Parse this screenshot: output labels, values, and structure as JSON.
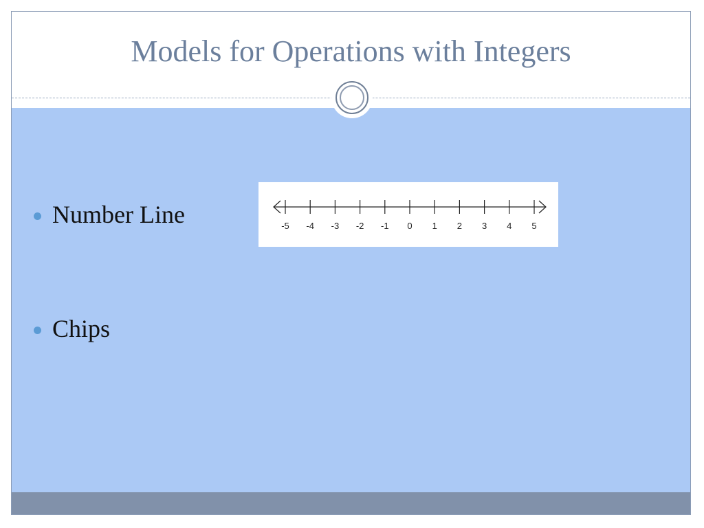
{
  "slide": {
    "title": "Models for Operations with Integers",
    "bullets": [
      {
        "label": "Number Line"
      },
      {
        "label": "Chips"
      }
    ],
    "number_line": {
      "ticks": [
        "-5",
        "-4",
        "-3",
        "-2",
        "-1",
        "0",
        "1",
        "2",
        "3",
        "4",
        "5"
      ]
    }
  },
  "colors": {
    "title": "#6b7f9c",
    "content_background": "#abc9f5",
    "footer_band": "#8191aa",
    "bullet_dot": "#5b9bd5"
  },
  "icons": {
    "ornament": "double-ring-icon",
    "bullet": "round-bullet-icon",
    "left_arrow": "arrow-left-icon",
    "right_arrow": "arrow-right-icon"
  }
}
